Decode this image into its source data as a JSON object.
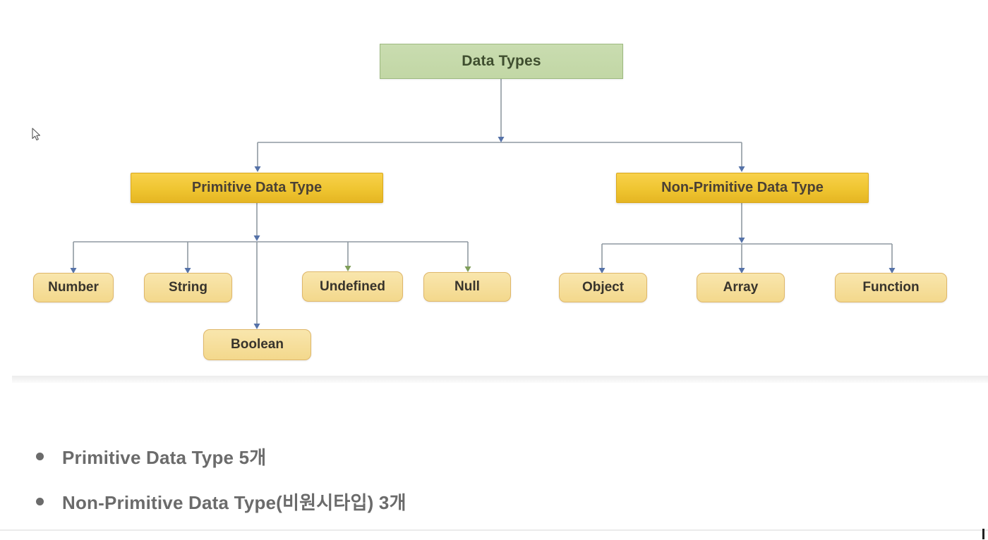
{
  "diagram": {
    "root_label": "Data Types",
    "primitive": {
      "label": "Primitive Data Type",
      "children": [
        "Number",
        "String",
        "Boolean",
        "Undefined",
        "Null"
      ]
    },
    "non_primitive": {
      "label": "Non-Primitive Data Type",
      "children": [
        "Object",
        "Array",
        "Function"
      ]
    }
  },
  "notes": [
    "Primitive Data Type 5개",
    "Non-Primitive Data Type(비원시타입) 3개"
  ],
  "colors": {
    "root_box_fill_top": "#c9dcb0",
    "root_box_fill_bottom": "#c2d7a5",
    "root_box_border": "#9db980",
    "root_text": "#3f4e2f",
    "branch_box_fill_top": "#f8d14b",
    "branch_box_fill_mid": "#efc531",
    "branch_box_fill_bottom": "#e5b522",
    "branch_box_border": "#d9a81e",
    "branch_text": "#4b4134",
    "leaf_box_fill_top": "#f9e6ad",
    "leaf_box_fill_bottom": "#f3d88c",
    "leaf_box_border": "#dfb76a",
    "leaf_text": "#38342c",
    "line": "#8f99a2",
    "arrow_blue": "#5572a8",
    "arrow_green": "#7f9e59",
    "note_text": "#6b6b6b"
  }
}
